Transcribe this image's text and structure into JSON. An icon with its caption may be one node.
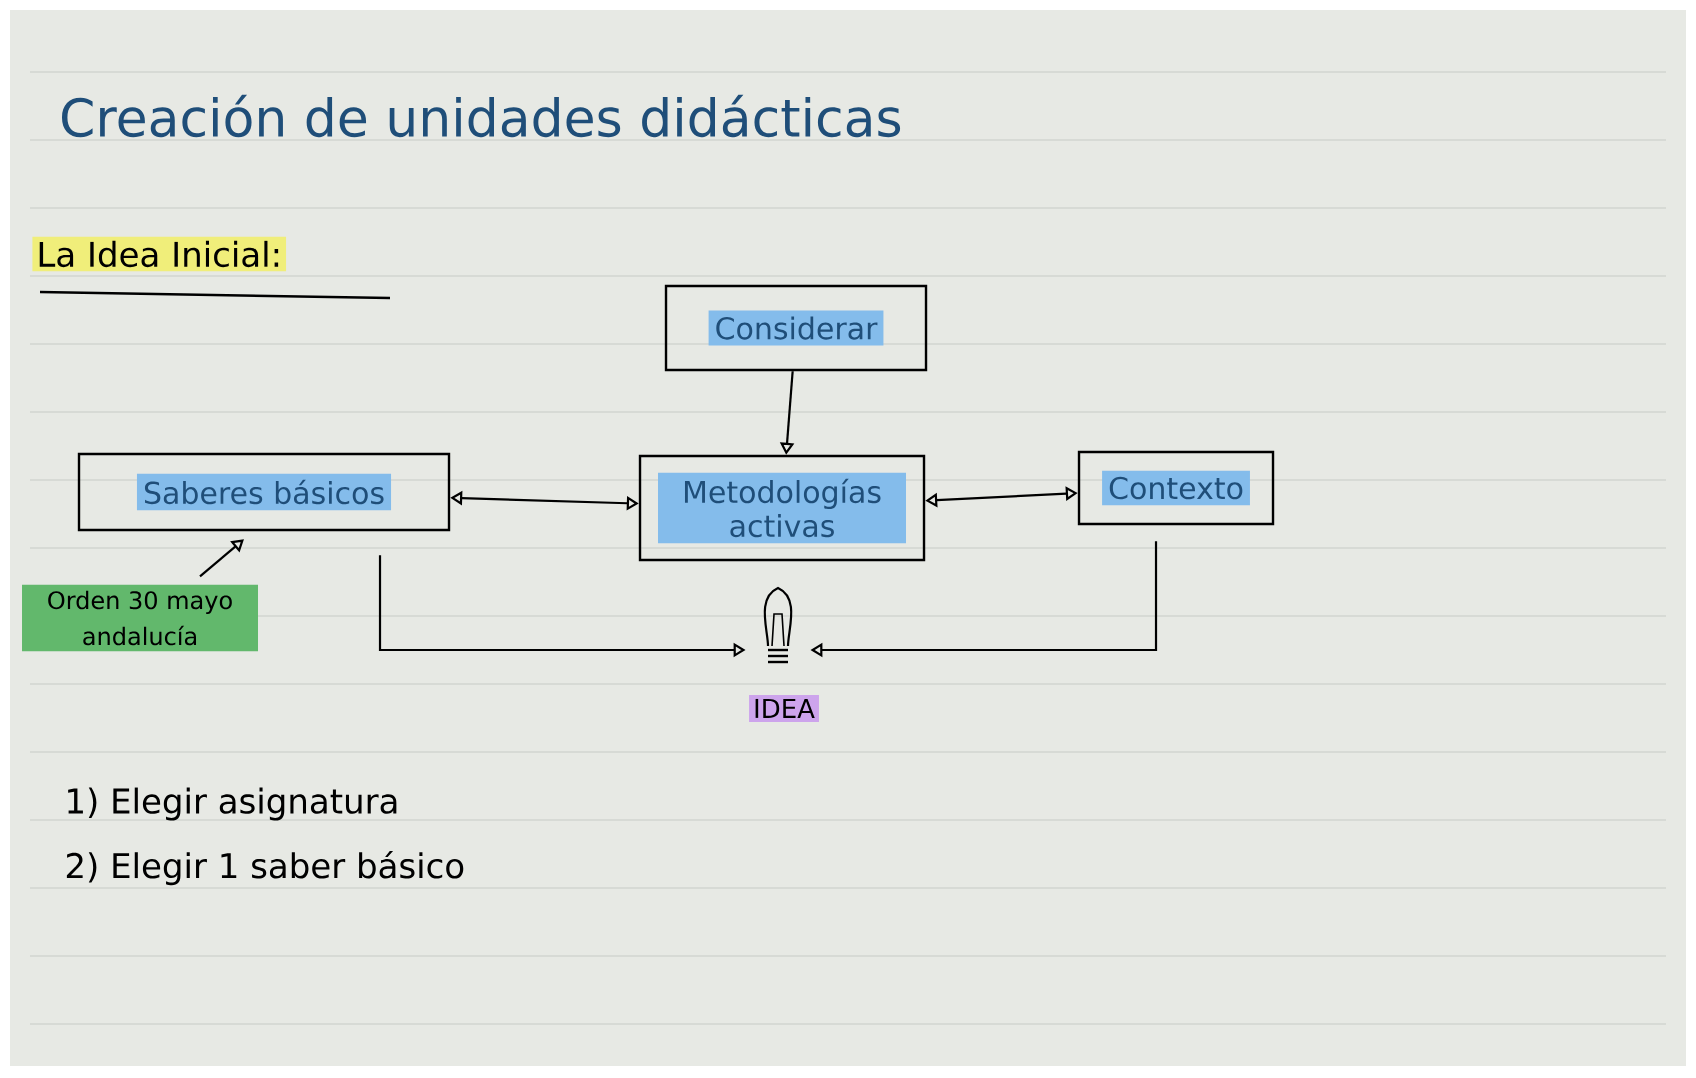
{
  "diagram": {
    "title": "Creación de unidades didácticas",
    "nodes": [
      {
        "text": [
          "Considerar"
        ]
      },
      {
        "text": [
          "Saberes básicos"
        ]
      },
      {
        "text": [
          "Metodologías activas"
        ]
      },
      {
        "text": [
          "Contexto"
        ]
      },
      {
        "text": [],
        "shape": "picture",
        "beside": [
          "IDEA"
        ]
      },
      {
        "text": [
          "Orden 30 mayo andalucía"
        ]
      }
    ],
    "edges": [
      {
        "from": 0,
        "to": 2,
        "arrow": "to"
      },
      {
        "from": 2,
        "to": 1,
        "arrow": "both"
      },
      {
        "from": 2,
        "to": 3,
        "arrow": "both"
      },
      {
        "from": 1,
        "to": 4,
        "arrow": "to"
      },
      {
        "from": 3,
        "to": 4,
        "arrow": "to"
      },
      {
        "from": 5,
        "to": 1,
        "arrow": "to"
      }
    ],
    "labels": [
      "La Idea Inicial:",
      "1) Elegir asignatura",
      "2) Elegir 1 saber básico"
    ]
  }
}
